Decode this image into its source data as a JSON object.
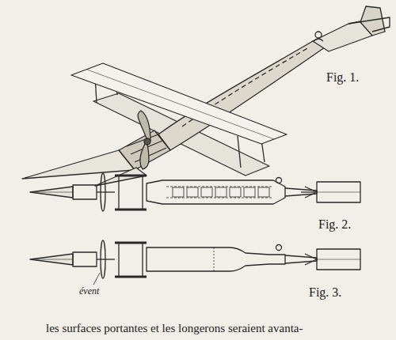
{
  "diagram": {
    "labels": [
      "Fig. 1.",
      "Fig. 2.",
      "Fig. 3.",
      "évent",
      "les surfaces portantes et les longerons seraient avanta-"
    ]
  }
}
